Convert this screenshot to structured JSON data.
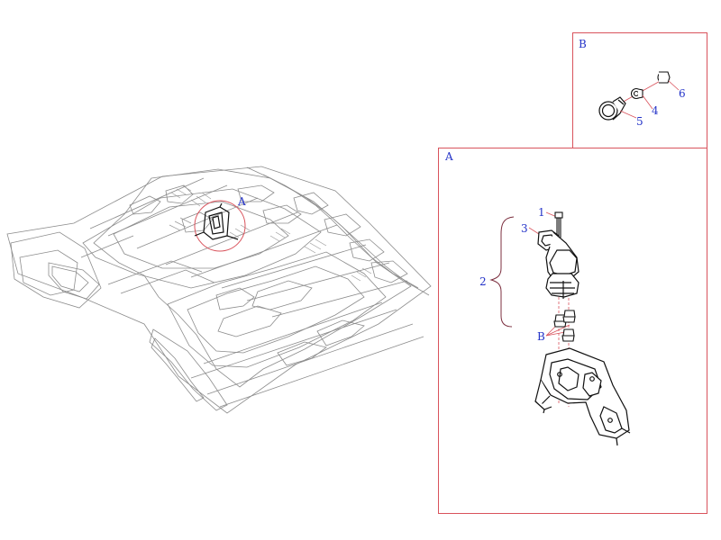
{
  "diagram": {
    "panels": {
      "detail_a_title": "A",
      "detail_b_title": "B"
    },
    "callouts": {
      "overview_a": "A",
      "part_1": "1",
      "part_2": "2",
      "part_3": "3",
      "fastener_b": "B",
      "part_4": "4",
      "part_5": "5",
      "part_6": "6"
    },
    "colors": {
      "frame": "#d9535c",
      "label": "#2433c8",
      "drawing": "#555555",
      "dark_part": "#111111"
    }
  }
}
